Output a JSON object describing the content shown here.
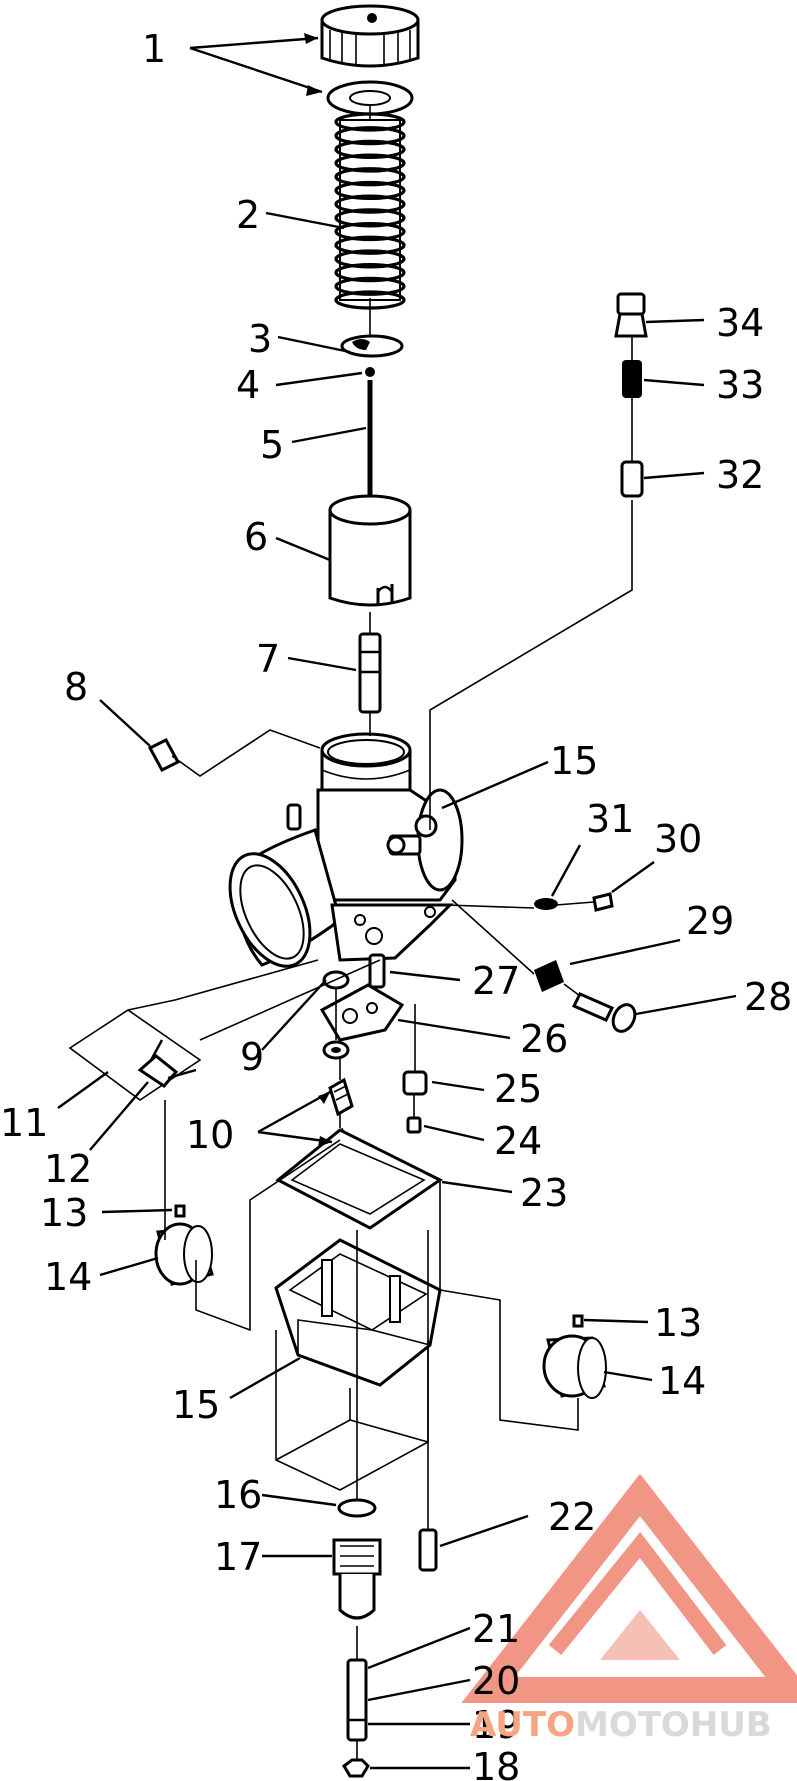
{
  "callouts": [
    {
      "n": "1"
    },
    {
      "n": "2"
    },
    {
      "n": "3"
    },
    {
      "n": "4"
    },
    {
      "n": "5"
    },
    {
      "n": "6"
    },
    {
      "n": "7"
    },
    {
      "n": "8"
    },
    {
      "n": "9"
    },
    {
      "n": "10"
    },
    {
      "n": "11"
    },
    {
      "n": "12"
    },
    {
      "n": "13"
    },
    {
      "n": "14"
    },
    {
      "n": "15"
    },
    {
      "n": "16"
    },
    {
      "n": "17"
    },
    {
      "n": "18"
    },
    {
      "n": "19"
    },
    {
      "n": "20"
    },
    {
      "n": "21"
    },
    {
      "n": "22"
    },
    {
      "n": "23"
    },
    {
      "n": "24"
    },
    {
      "n": "25"
    },
    {
      "n": "26"
    },
    {
      "n": "27"
    },
    {
      "n": "28"
    },
    {
      "n": "29"
    },
    {
      "n": "30"
    },
    {
      "n": "31"
    },
    {
      "n": "32"
    },
    {
      "n": "33"
    },
    {
      "n": "34"
    }
  ],
  "watermark": {
    "text_accent": "AUTO",
    "text_main": "MOTOHUB",
    "color_accent": "#f4a582",
    "color_main": "#d9d9d9",
    "logo_color": "#f08a78"
  }
}
